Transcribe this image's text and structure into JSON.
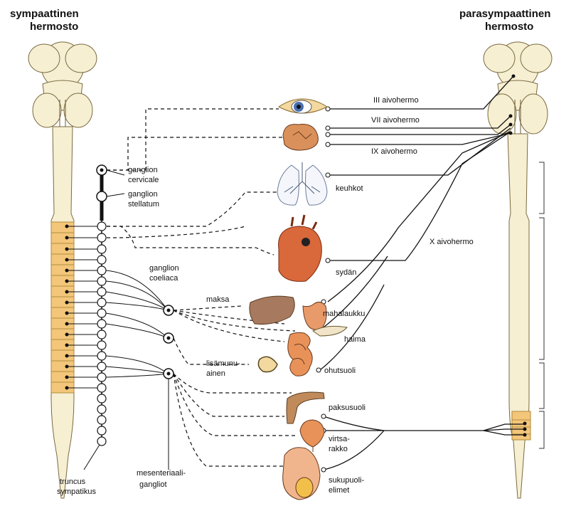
{
  "titles": {
    "sympathetic_line1": "sympaattinen",
    "sympathetic_line2": "hermosto",
    "parasympathetic_line1": "parasympaattinen",
    "parasympathetic_line2": "hermosto"
  },
  "labels": {
    "ganglion_cervicale_1": "ganglion",
    "ganglion_cervicale_2": "cervicale",
    "ganglion_stellatum_1": "ganglion",
    "ganglion_stellatum_2": "stellatum",
    "ganglion_coeliaca_1": "ganglion",
    "ganglion_coeliaca_2": "coeliaca",
    "truncus_1": "truncus",
    "truncus_2": "sympatikus",
    "mesenterial_1": "mesenteriaali-",
    "mesenterial_2": "gangliot",
    "nerve_III": "III aivohermo",
    "nerve_VII": "VII aivohermo",
    "nerve_IX": "IX aivohermo",
    "nerve_X": "X aivohermo",
    "lungs": "keuhkot",
    "heart": "sydän",
    "liver": "maksa",
    "stomach": "mahalaukku",
    "pancreas": "haima",
    "adrenal_1": "lisämunu-",
    "adrenal_2": "ainen",
    "small_intestine": "ohutsuoli",
    "large_intestine": "paksusuoli",
    "bladder_1": "virtsa-",
    "bladder_2": "rakko",
    "genitals_1": "sukupuoli-",
    "genitals_2": "elimet"
  },
  "colors": {
    "spinal_cord": "#f6efd2",
    "thoracolumbar_segment": "#f3c67a",
    "heart": "#d9683a",
    "liver": "#a77a60",
    "eye_iris": "#4a6fb3",
    "skin": "#f0b58c",
    "line": "#111111"
  }
}
